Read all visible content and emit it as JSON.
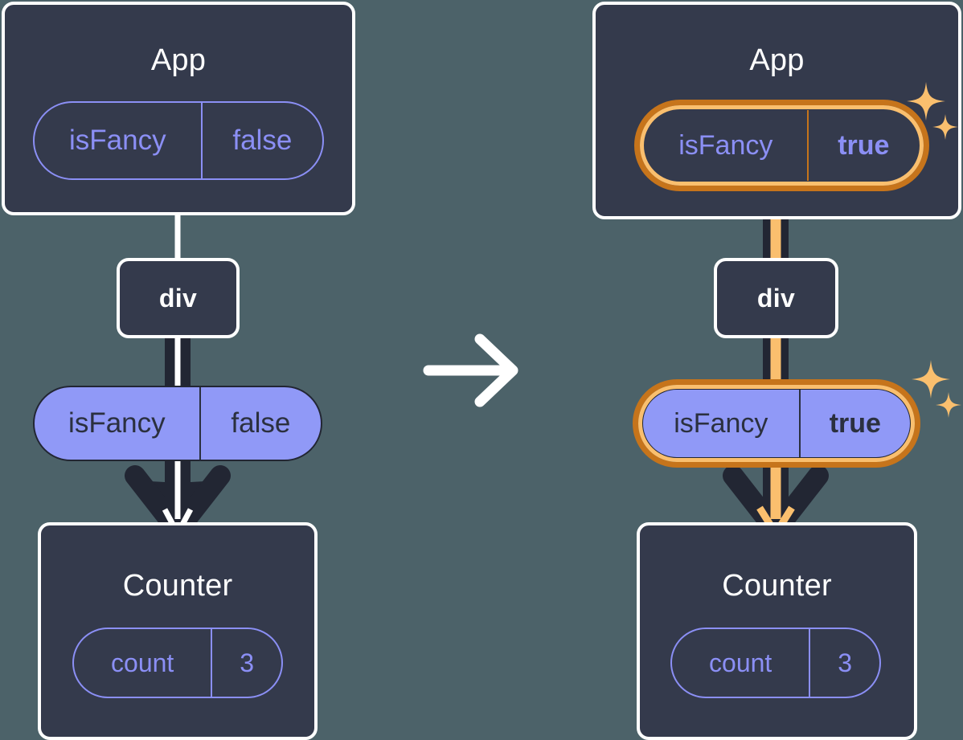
{
  "meta": {
    "title": "React state update diagram — isFancy prop passed from App to Counter",
    "background_color": "#4c6269",
    "node_fill": "#343a4c",
    "node_border": "#ffffff",
    "pill_purple": "#8b8ff5",
    "pill_solid_fill": "#9099f7",
    "pill_dark_text": "#2b303f",
    "wire_dark": "#222633",
    "highlight_outer": "#c6741b",
    "highlight_inner": "#fabf6e"
  },
  "transition": {
    "arrow_icon": "right-arrow-icon",
    "color": "#ffffff"
  },
  "panels": [
    {
      "id": "before",
      "app": {
        "title": "App",
        "state_pill": {
          "key": "isFancy",
          "value": "false",
          "style": "ghost",
          "highlighted": false,
          "value_bold": false
        }
      },
      "div": {
        "label": "div"
      },
      "prop_pill": {
        "key": "isFancy",
        "value": "false",
        "style": "solid",
        "highlighted": false,
        "value_bold": false
      },
      "counter": {
        "title": "Counter",
        "state_pill": {
          "key": "count",
          "value": "3",
          "style": "ghost",
          "highlighted": false,
          "value_bold": false
        }
      },
      "sparkles": false,
      "wire_accent": "#ffffff"
    },
    {
      "id": "after",
      "app": {
        "title": "App",
        "state_pill": {
          "key": "isFancy",
          "value": "true",
          "style": "ghost",
          "highlighted": true,
          "value_bold": true
        }
      },
      "div": {
        "label": "div"
      },
      "prop_pill": {
        "key": "isFancy",
        "value": "true",
        "style": "solid",
        "highlighted": true,
        "value_bold": true
      },
      "counter": {
        "title": "Counter",
        "state_pill": {
          "key": "count",
          "value": "3",
          "style": "ghost",
          "highlighted": false,
          "value_bold": false
        }
      },
      "sparkles": true,
      "wire_accent": "#fabf6e"
    }
  ]
}
